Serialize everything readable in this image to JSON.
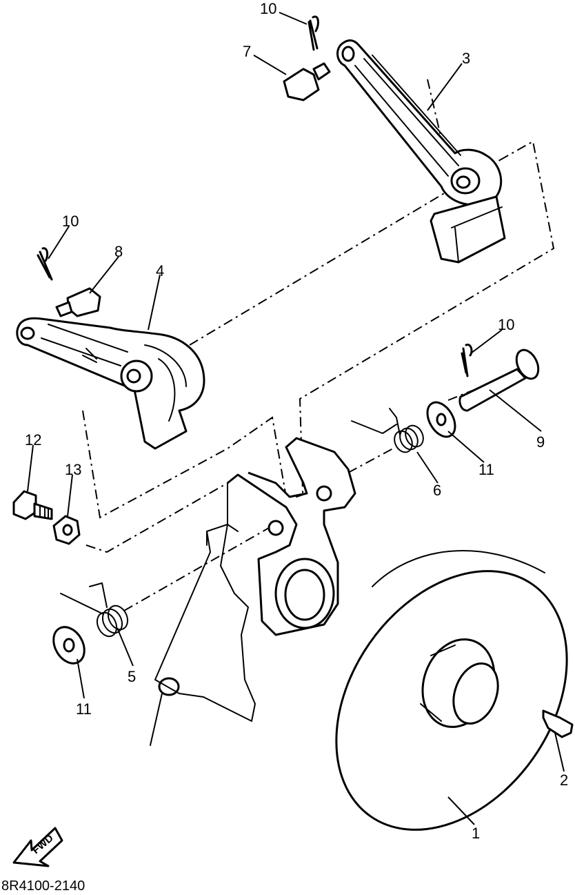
{
  "diagram": {
    "part_labels": {
      "disc": "1",
      "key": "2",
      "arm_upper": "3",
      "arm_lower": "4",
      "spring_left": "5",
      "spring_right": "6",
      "pin_7": "7",
      "pin_8": "8",
      "shaft": "9",
      "cotter_top": "10",
      "cotter_left": "10",
      "cotter_right": "10",
      "washer_right": "11",
      "washer_left": "11",
      "bolt": "12",
      "nut": "13"
    },
    "fwd_label": "FWD",
    "drawing_code": "8R4100-2140"
  }
}
